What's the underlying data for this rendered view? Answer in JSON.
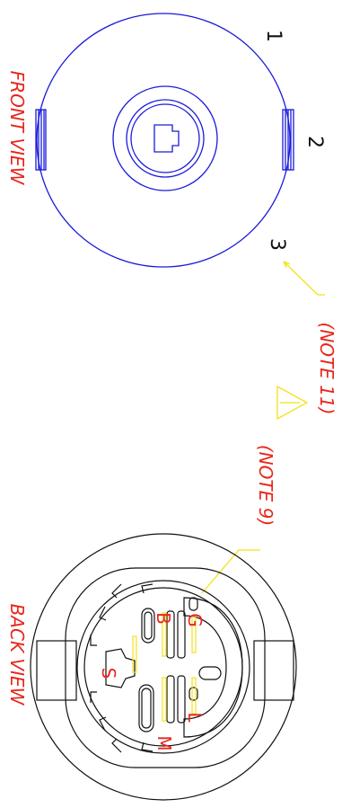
{
  "views": {
    "front": {
      "label": "FRONT VIEW"
    },
    "back": {
      "label": "BACK VIEW"
    }
  },
  "callouts": {
    "one": "1",
    "two": "2",
    "three": "3"
  },
  "notes": {
    "note11": "(NOTE 11)",
    "note9": "(NOTE 9)",
    "warning_symbol": "!"
  },
  "terminals": {
    "g": "G",
    "b": "B",
    "s": "S",
    "m": "M",
    "l": "L"
  },
  "colors": {
    "outline_blue": "#1a1adb",
    "label_red": "#e8261d",
    "note_yellow": "#f2e21a",
    "back_black": "#111111"
  }
}
